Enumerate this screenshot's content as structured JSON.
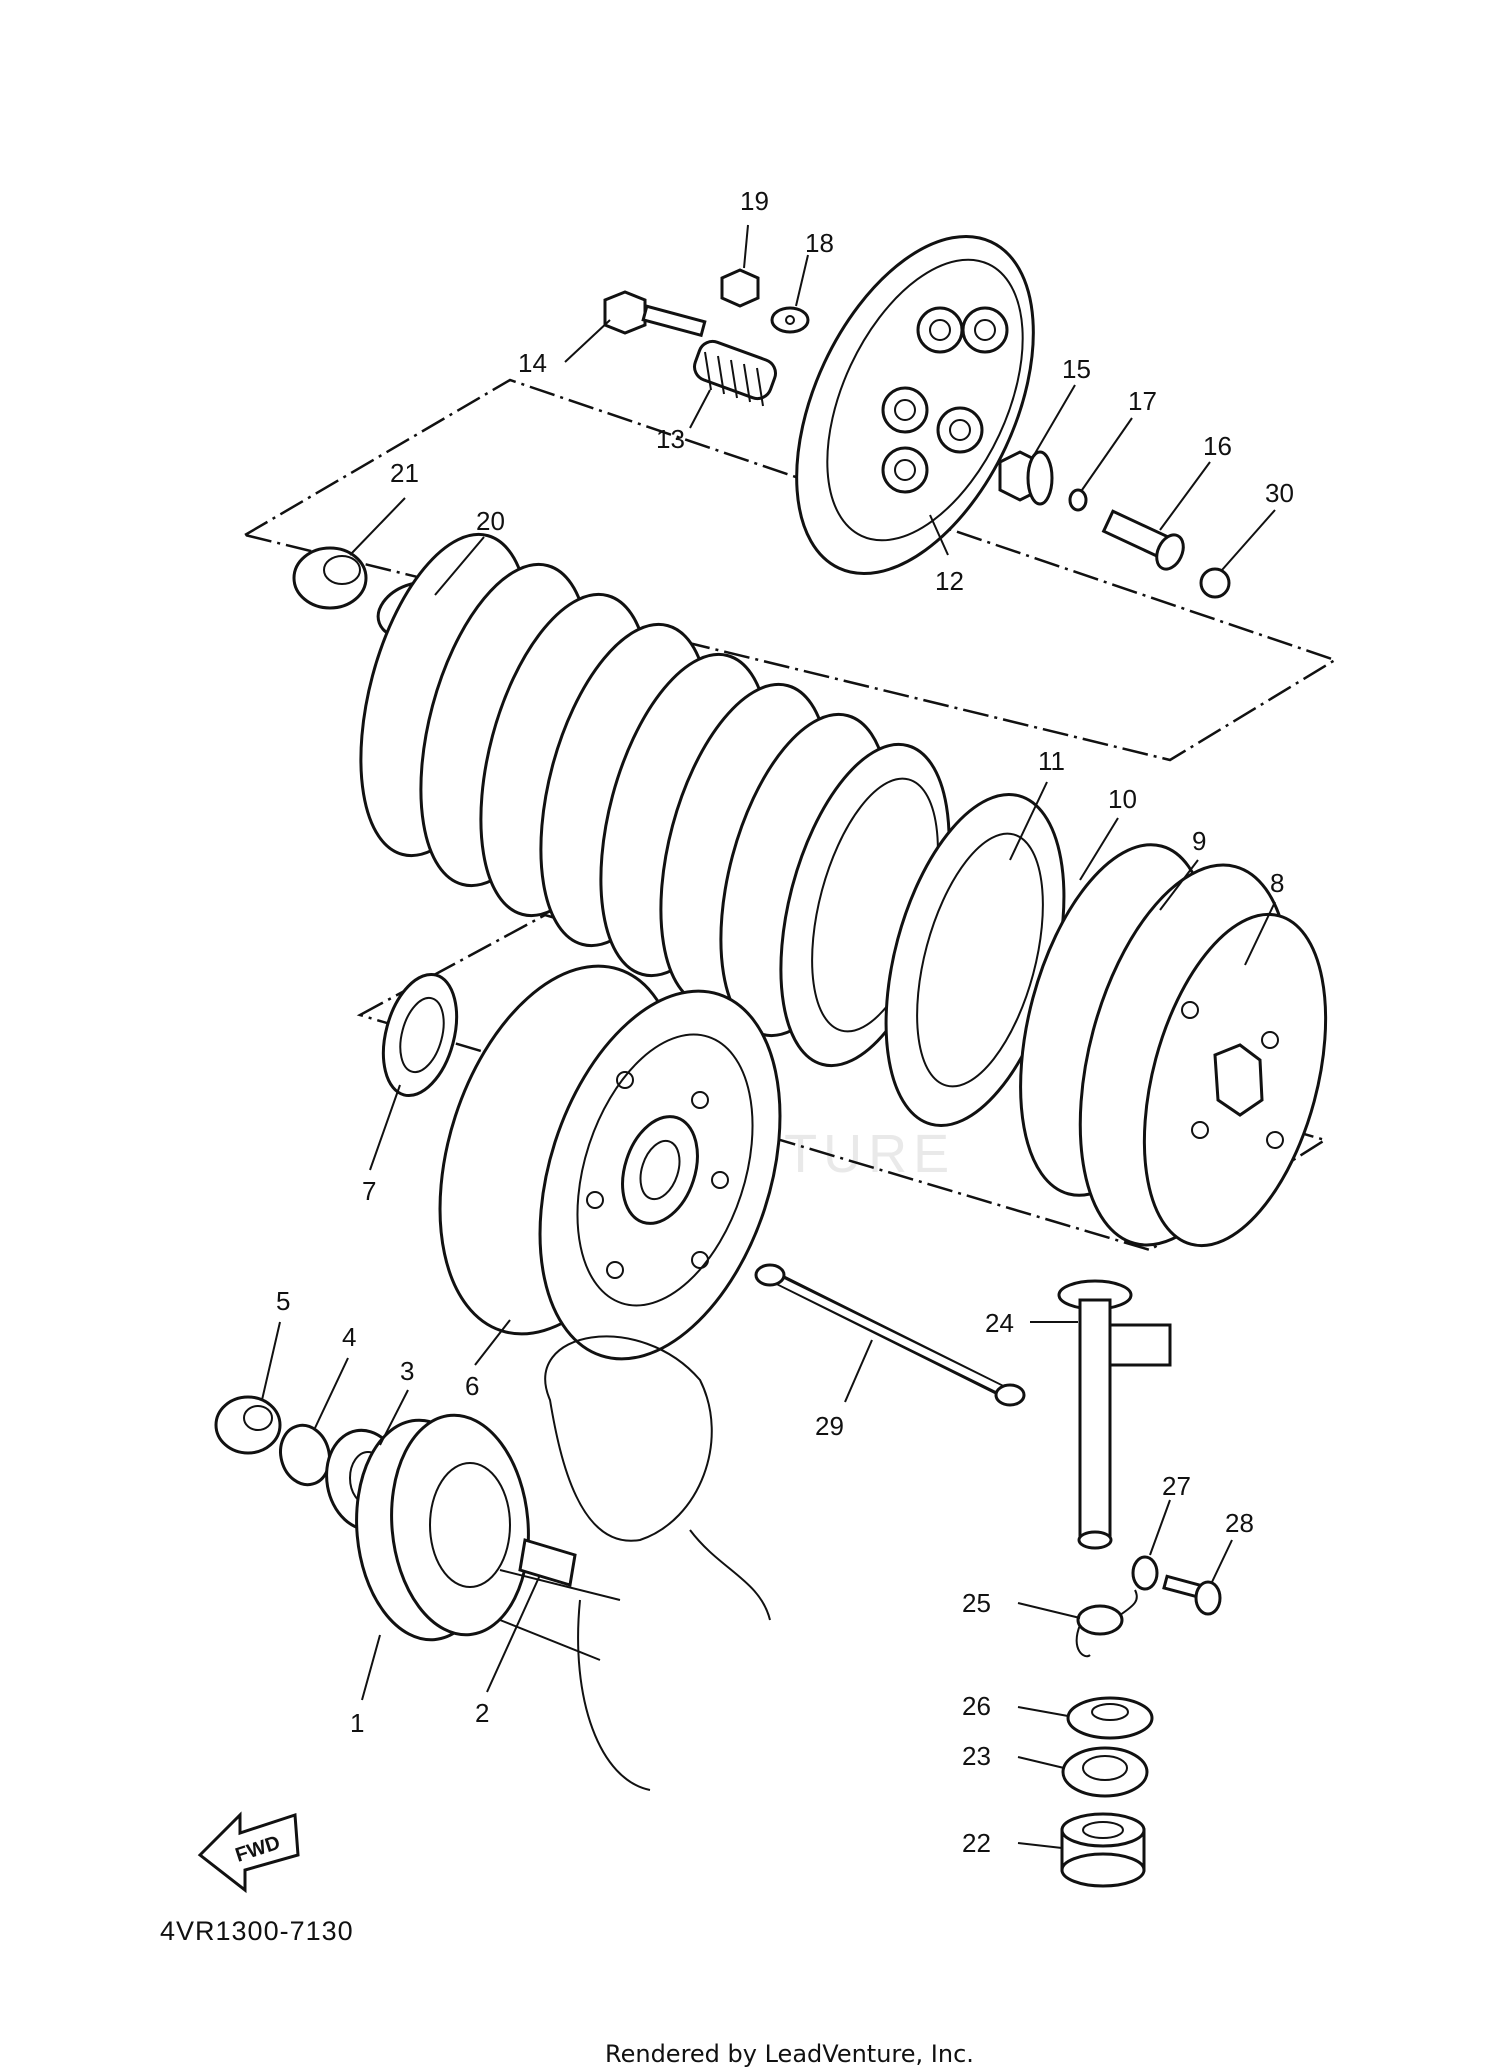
{
  "diagram": {
    "code": "4VR1300-7130",
    "credit": "Rendered by LeadVenture, Inc.",
    "fwd_label": "FWD",
    "watermark": "LEADVENTURE"
  },
  "callouts": [
    {
      "id": "c1",
      "text": "1"
    },
    {
      "id": "c2",
      "text": "2"
    },
    {
      "id": "c3",
      "text": "3"
    },
    {
      "id": "c4",
      "text": "4"
    },
    {
      "id": "c5",
      "text": "5"
    },
    {
      "id": "c6",
      "text": "6"
    },
    {
      "id": "c7",
      "text": "7"
    },
    {
      "id": "c8",
      "text": "8"
    },
    {
      "id": "c9",
      "text": "9"
    },
    {
      "id": "c10",
      "text": "10"
    },
    {
      "id": "c11",
      "text": "11"
    },
    {
      "id": "c12",
      "text": "12"
    },
    {
      "id": "c13",
      "text": "13"
    },
    {
      "id": "c14",
      "text": "14"
    },
    {
      "id": "c15",
      "text": "15"
    },
    {
      "id": "c16",
      "text": "16"
    },
    {
      "id": "c17",
      "text": "17"
    },
    {
      "id": "c18",
      "text": "18"
    },
    {
      "id": "c19",
      "text": "19"
    },
    {
      "id": "c20",
      "text": "20"
    },
    {
      "id": "c21",
      "text": "21"
    },
    {
      "id": "c22",
      "text": "22"
    },
    {
      "id": "c23",
      "text": "23"
    },
    {
      "id": "c24",
      "text": "24"
    },
    {
      "id": "c25",
      "text": "25"
    },
    {
      "id": "c26",
      "text": "26"
    },
    {
      "id": "c27",
      "text": "27"
    },
    {
      "id": "c28",
      "text": "28"
    },
    {
      "id": "c29",
      "text": "29"
    },
    {
      "id": "c30",
      "text": "30"
    }
  ]
}
